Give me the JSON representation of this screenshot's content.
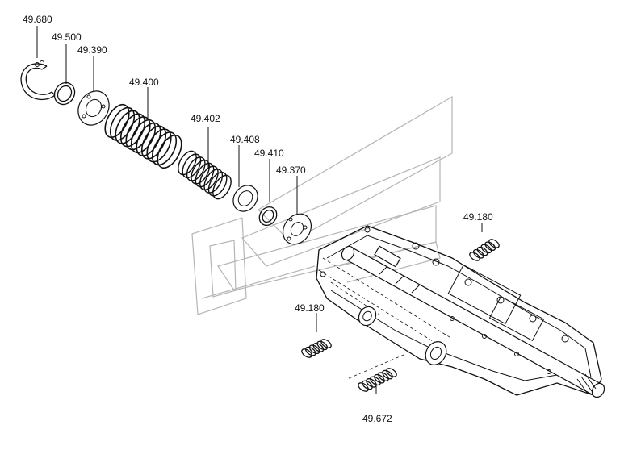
{
  "callouts": {
    "snap_ring_outer": "49.680",
    "snap_ring_inner": "49.500",
    "spring_seat_outer": "49.390",
    "outer_spring": "49.400",
    "inner_spring": "49.402",
    "washer": "49.408",
    "circlip": "49.410",
    "spring_seat_inner": "49.370",
    "spring_right": "49.180",
    "spring_left": "49.180",
    "spring_bottom": "49.672"
  }
}
